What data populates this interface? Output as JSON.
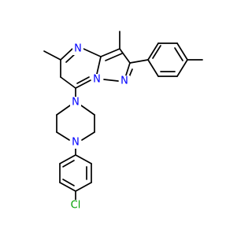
{
  "diagram": {
    "type": "chemical-structure",
    "colors": {
      "bond": "#000000",
      "nitrogen": "#0000ff",
      "chlorine": "#00a000",
      "background": "#ffffff"
    },
    "labels": {
      "n_pyrimidine": "N",
      "n_bridge": "N",
      "n_pyrazole": "N",
      "n_piperazine_top": "N",
      "n_piperazine_bottom": "N",
      "cl": "Cl"
    }
  }
}
